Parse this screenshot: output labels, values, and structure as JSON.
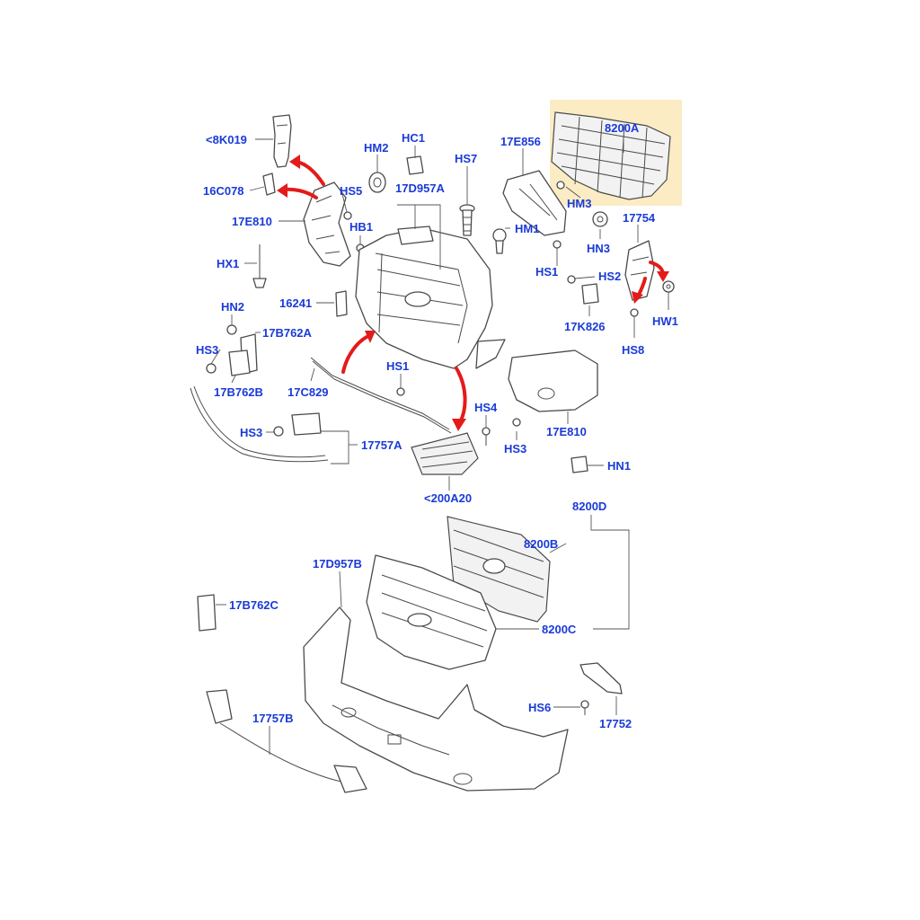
{
  "labels": {
    "p8k019": "<8K019",
    "p16c078": "16C078",
    "p17e810_left": "17E810",
    "hx1": "HX1",
    "hm2": "HM2",
    "hs5": "HS5",
    "hb1": "HB1",
    "hc1": "HC1",
    "p17d957a": "17D957A",
    "hs7": "HS7",
    "p17e856": "17E856",
    "p8200a": "8200A",
    "hm3": "HM3",
    "hm1": "HM1",
    "hn3": "HN3",
    "p17754": "17754",
    "hs1_top": "HS1",
    "hs2": "HS2",
    "hw1": "HW1",
    "p17k826": "17K826",
    "hs8": "HS8",
    "p16241": "16241",
    "hn2": "HN2",
    "p17b762a": "17B762A",
    "hs3_left": "HS3",
    "p17b762b": "17B762B",
    "p17c829": "17C829",
    "hs1_mid": "HS1",
    "p17e810_right": "17E810",
    "hs4": "HS4",
    "hs3_mid": "HS3",
    "hs3_low": "HS3",
    "p17757a": "17757A",
    "hn1": "HN1",
    "p200a20": "<200A20",
    "p8200d": "8200D",
    "p8200b": "8200B",
    "p17d957b": "17D957B",
    "p17b762c": "17B762C",
    "p8200c": "8200C",
    "hs6": "HS6",
    "p17752": "17752",
    "p17757b": "17757B"
  },
  "colors": {
    "label_text": "#1a3ad8",
    "highlight": "#fcecc4",
    "arrow": "#e31b1b",
    "line": "#4a4a4a"
  }
}
